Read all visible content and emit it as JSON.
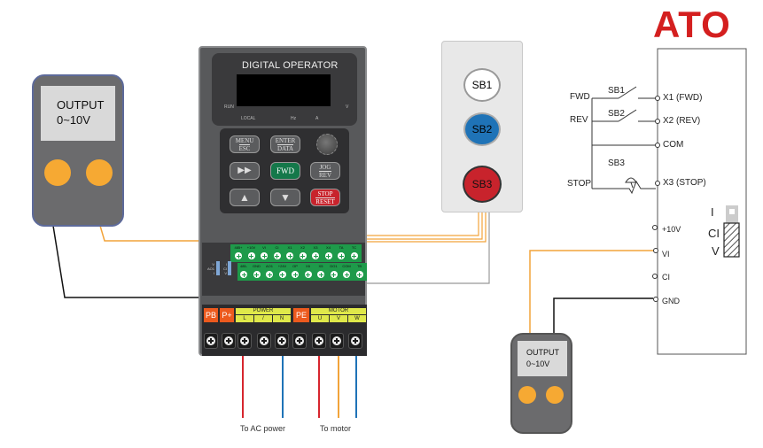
{
  "logo": {
    "text": "ATO",
    "color": "#d41f1f"
  },
  "meter_left": {
    "line1": "OUTPUT",
    "line2": "0~10V",
    "knob_color": "#f6a933"
  },
  "meter_bottom": {
    "line1": "OUTPUT",
    "line2": "0~10V",
    "knob_color": "#f6a933"
  },
  "operator": {
    "title": "DIGITAL OPERATOR",
    "indicators": {
      "run": "RUN",
      "local": "LOCAL",
      "hz": "Hz",
      "a": "A",
      "v": "V"
    },
    "keys": {
      "menu": [
        "MENU",
        "ESC"
      ],
      "enter": [
        "ENTER",
        "DATA"
      ],
      "shift": "▶▶",
      "fwd": "FWD",
      "jog": [
        "JOG",
        "REV"
      ],
      "up": "▲",
      "down": "▼",
      "stop": [
        "STOP",
        "RESET"
      ]
    }
  },
  "control_terminals": {
    "top_row": [
      "485+",
      "+10V",
      "VI",
      "CI",
      "X1",
      "X2",
      "X3",
      "X4",
      "TA",
      "TC"
    ],
    "bottom_row": [
      "485-",
      "GND",
      "AO1",
      "+24V",
      "OP",
      "X6",
      "X5",
      "DO1",
      "COM",
      "TB"
    ],
    "switch1": [
      "V",
      "AO1",
      "I"
    ],
    "switch2": [
      "I",
      "CI",
      "V"
    ]
  },
  "power_terminals": {
    "pb": "PB",
    "pplus": "P+",
    "power_title": "POWER",
    "power_labels": [
      "L",
      "/",
      "N"
    ],
    "pe": "PE",
    "motor_title": "MOTOR",
    "motor_labels": [
      "U",
      "V",
      "W"
    ]
  },
  "buttons_box": {
    "sb1": "SB1",
    "sb2": "SB2",
    "sb3": "SB3"
  },
  "captions": {
    "ac_power": "To AC power",
    "motor": "To motor"
  },
  "schematic": {
    "fwd": "FWD",
    "rev": "REV",
    "stop": "STOP",
    "sb1": "SB1",
    "sb2": "SB2",
    "sb3": "SB3",
    "x1": "X1 (FWD)",
    "x2": "X2 (REV)",
    "com": "COM",
    "x3": "X3 (STOP)",
    "p10v": "+10V",
    "vi": "VI",
    "ci": "CI",
    "gnd": "GND",
    "jumper": [
      "I",
      "CI",
      "V"
    ]
  },
  "colors": {
    "wire_orange": "#f2a33a",
    "wire_red": "#d7262e",
    "wire_blue": "#1f73b7",
    "terminal_green": "#1e9a4a"
  }
}
